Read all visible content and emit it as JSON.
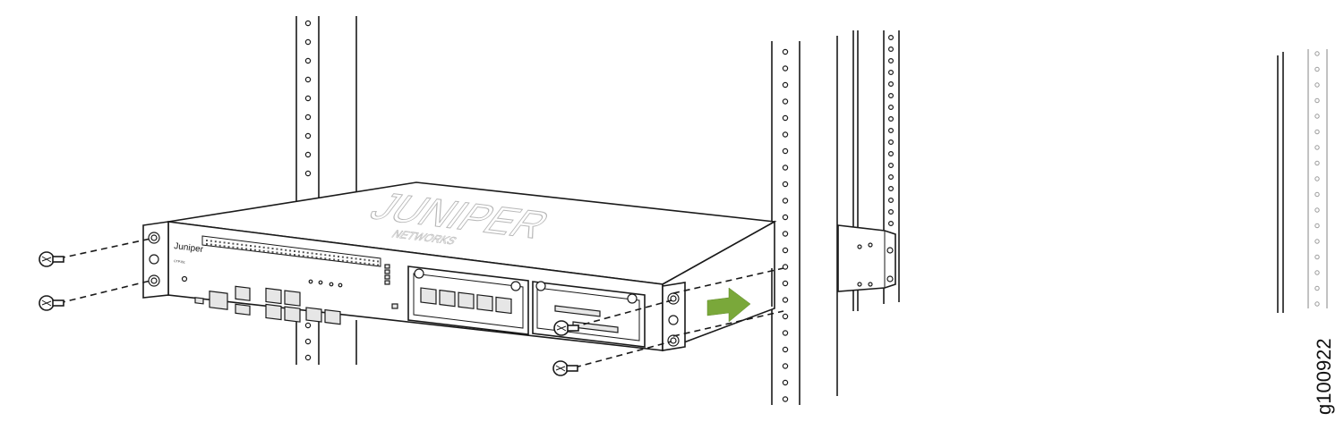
{
  "figure_id": "g100922",
  "device": {
    "brand_logo": "Juniper",
    "brand_sub": "NETWORKS",
    "model": "CTP151",
    "top_logo": "JUNIPER",
    "top_logo_sub": "NETWORKS"
  },
  "colors": {
    "line": "#1a1a1a",
    "arrow": "#7aa83a",
    "rack_grey": "#9a9a9a",
    "port_fill": "#e6e6e6"
  },
  "icons": [
    "screw-icon",
    "arrow-right-icon"
  ]
}
